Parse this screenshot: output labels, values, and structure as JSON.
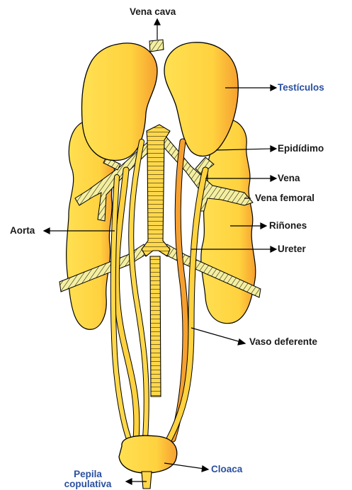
{
  "labels": {
    "vena_cava": "Vena cava",
    "testiculos": "Testículos",
    "epididimo": "Epidídimo",
    "vena": "Vena",
    "vena_femoral": "Vena femoral",
    "rinones": "Riñones",
    "aorta": "Aorta",
    "ureter": "Ureter",
    "vaso_deferente": "Vaso deferente",
    "cloaca": "Cloaca",
    "pepila_1": "Pepila",
    "pepila_2": "copulativa"
  },
  "colors": {
    "organ_fill": "#ffd84a",
    "organ_shade": "#f7a531",
    "vessel_striped_fill": "#f3ef9e",
    "outline": "#000000",
    "label_text": "#1a1a1a",
    "label_blue": "#2a4fa0"
  }
}
